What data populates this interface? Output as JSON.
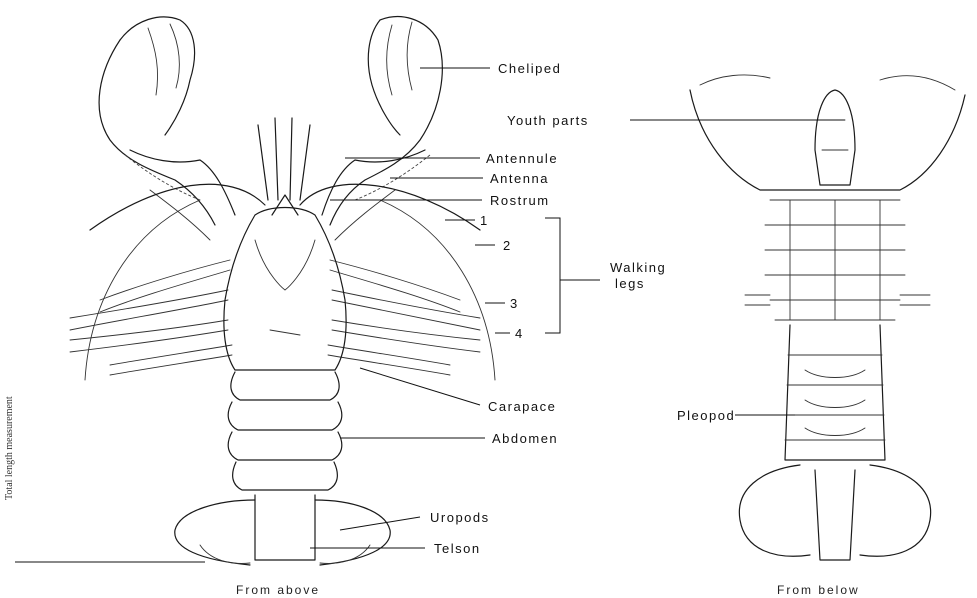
{
  "labels": {
    "cheliped": "Cheliped",
    "mouth_parts": "Youth parts",
    "antennule": "Antennule",
    "antenna": "Antenna",
    "rostrum": "Rostrum",
    "leg_1": "1",
    "leg_2": "2",
    "leg_3": "3",
    "leg_4": "4",
    "walking_legs_line1": "Walking",
    "walking_legs_line2": "legs",
    "carapace": "Carapace",
    "abdomen": "Abdomen",
    "pleopod": "Pleopod",
    "uropods": "Uropods",
    "telson": "Telson"
  },
  "captions": {
    "from_above": "From above",
    "from_below": "From below"
  },
  "side_label": "Total length measurement"
}
